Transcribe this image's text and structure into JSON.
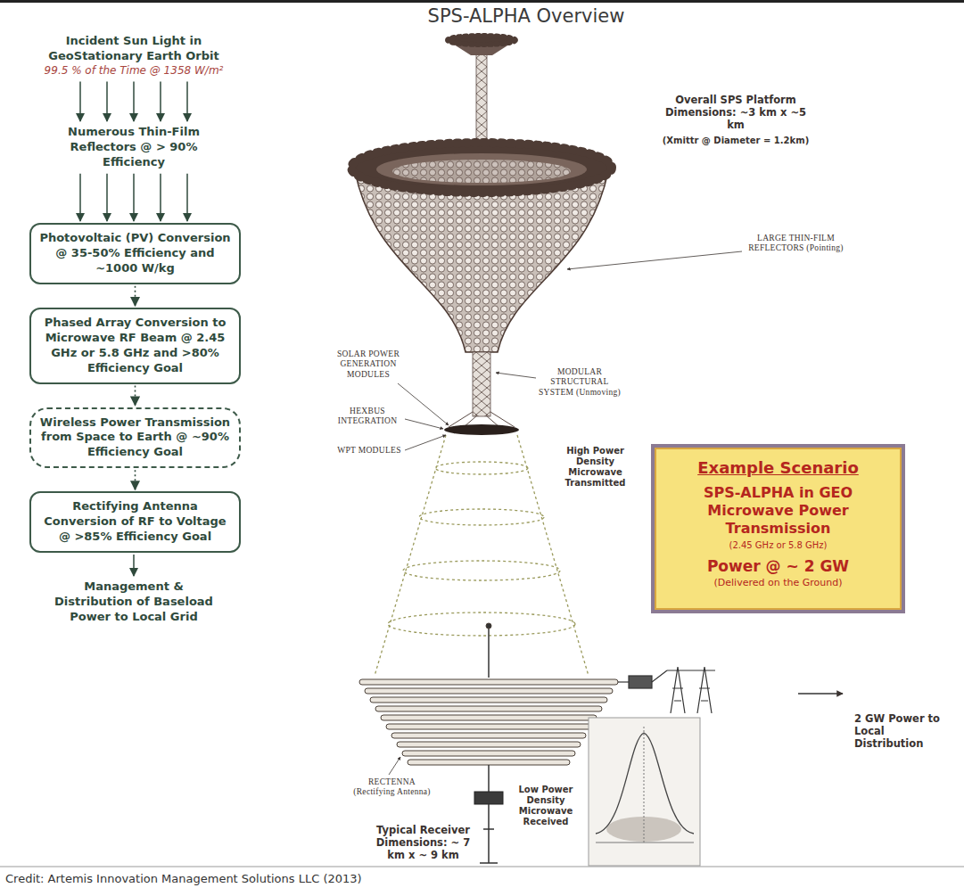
{
  "diagram": {
    "title": "SPS-ALPHA Overview",
    "caption": "Credit: Artemis Innovation Management Solutions LLC (2013)",
    "nodes": [
      {
        "text": [
          "Incident Sun Light in GeoStationary Earth Orbit",
          "99.5 % of the Time @ 1358 W/m²"
        ]
      },
      {
        "text": [
          "Numerous Thin-Film Reflectors @ > 90% Efficiency"
        ]
      },
      {
        "text": [
          "Photovoltaic (PV) Conversion @ 35-50% Efficiency and ~1000 W/kg"
        ]
      },
      {
        "text": [
          "Phased Array Conversion to Microwave RF Beam @ 2.45 GHz or 5.8 GHz and >80% Efficiency Goal"
        ]
      },
      {
        "text": [
          "Wireless Power Transmission from Space to Earth @ ~90% Efficiency Goal"
        ]
      },
      {
        "text": [
          "Rectifying Antenna Conversion of RF to Voltage @ >85% Efficiency Goal"
        ]
      },
      {
        "text": [
          "Management & Distribution of Baseload Power to Local Grid"
        ]
      },
      {
        "text": [
          "Example Scenario",
          "SPS-ALPHA in GEO Microwave Power Transmission",
          "(2.45 GHz or 5.8 GHz)",
          "Power @ ~ 2 GW",
          "(Delivered on the Ground)"
        ]
      }
    ],
    "edges": [
      {
        "from": 0,
        "to": 1,
        "arrow": "to"
      },
      {
        "from": 1,
        "to": 2,
        "arrow": "to"
      },
      {
        "from": 2,
        "to": 3,
        "arrow": "to"
      },
      {
        "from": 3,
        "to": 4,
        "arrow": "to"
      },
      {
        "from": 4,
        "to": 5,
        "arrow": "to"
      },
      {
        "from": 5,
        "to": 6,
        "arrow": "to"
      }
    ],
    "labels": [
      "Overall SPS Platform Dimensions: ~3 km x ~5 km",
      "(Xmittr @ Diameter = 1.2km)",
      "LARGE THIN-FILM REFLECTORS (Pointing)",
      "SOLAR POWER GENERATION MODULES",
      "HEXBUS INTEGRATION",
      "WPT MODULES",
      "MODULAR STRUCTURAL SYSTEM (Unmoving)",
      "High Power Density Microwave Transmitted",
      "RECTENNA (Rectifying Antenna)",
      "Low Power Density Microwave Received",
      "Typical Receiver Dimensions: ~ 7 km x ~ 9 km",
      "2 GW Power to Local Distribution"
    ]
  }
}
